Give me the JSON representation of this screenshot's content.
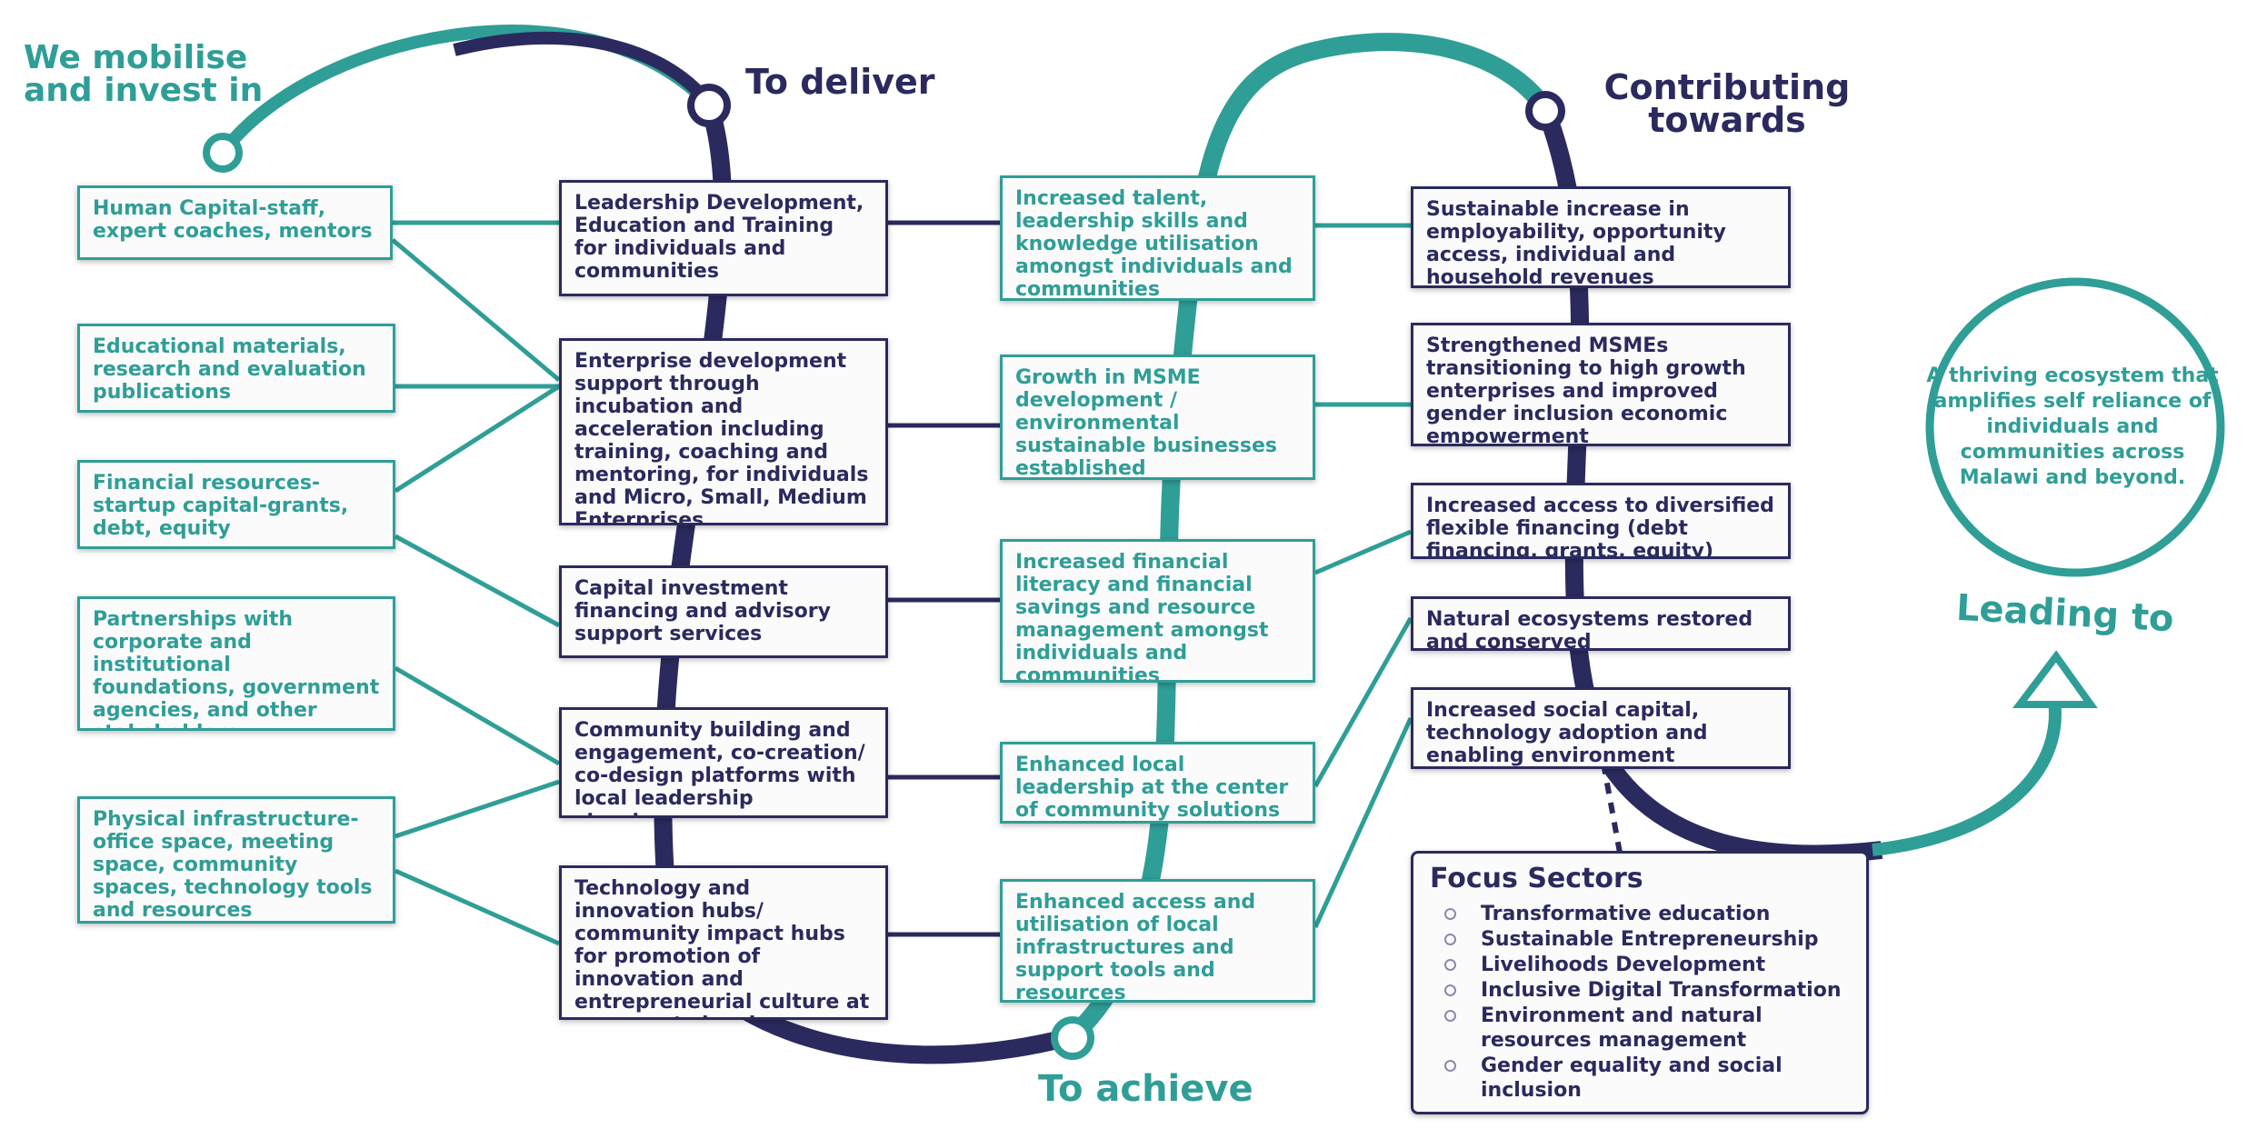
{
  "headings": {
    "mobilise": "We mobilise and invest in",
    "deliver": "To deliver",
    "achieve": "To achieve",
    "contributing": "Contributing towards",
    "leading": "Leading to"
  },
  "inputs": [
    "Human Capital-staff, expert coaches, mentors",
    "Educational materials, research and evaluation publications",
    "Financial resources-startup capital-grants, debt, equity",
    "Partnerships with corporate and institutional foundations, government agencies, and other stakeholders.",
    "Physical infrastructure-office space, meeting space, community spaces, technology tools and resources"
  ],
  "activities": [
    "Leadership Development, Education and Training for individuals and communities",
    "Enterprise development support through incubation and acceleration including training, coaching and mentoring, for individuals and Micro, Small, Medium Enterprises",
    "Capital investment financing and advisory support  services",
    "Community building and engagement, co-creation/ co-design platforms with local leadership structures",
    "Technology and innovation hubs/ community impact hubs for promotion of innovation and entrepreneurial culture at grassroots level"
  ],
  "outputs": [
    "Increased talent, leadership skills and knowledge utilisation amongst individuals and communities",
    "Growth in MSME development / environmental sustainable businesses established",
    "Increased financial literacy and financial savings and resource management amongst individuals and communities",
    "Enhanced local leadership at the center of community solutions",
    "Enhanced access and utilisation of local infrastructures and support tools and resources"
  ],
  "outcomes": [
    "Sustainable increase in employability, opportunity access, individual and household revenues",
    "Strengthened MSMEs transitioning to high growth enterprises and improved gender inclusion economic empowerment",
    "Increased access to diversified flexible financing (debt financing, grants, equity)",
    "Natural ecosystems restored and conserved",
    "Increased social capital, technology adoption and enabling environment"
  ],
  "goal": "A thriving ecosystem that amplifies self reliance of individuals and communities across Malawi and beyond.",
  "focus": {
    "title": "Focus Sectors",
    "items": [
      "Transformative education",
      "Sustainable Entrepreneurship",
      "Livelihoods Development",
      "Inclusive Digital Transformation",
      "Environment and natural resources management",
      "Gender equality and social inclusion"
    ]
  },
  "colors": {
    "teal": "#2f9e97",
    "navy": "#2b2a5e",
    "box_bg": "#fbfbfc"
  }
}
